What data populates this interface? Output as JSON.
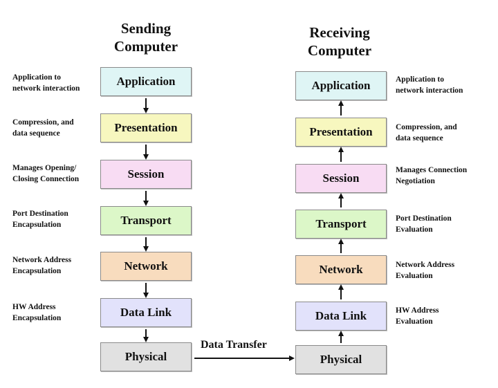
{
  "colors": {
    "application": "#dff5f5",
    "presentation": "#f7f7bf",
    "session": "#f8dcf3",
    "transport": "#dcf7c8",
    "network": "#f8dcbe",
    "data_link": "#e2e2fb",
    "physical": "#e1e1e1",
    "border": "#8a8a8a",
    "arrow": "#111111"
  },
  "sending": {
    "title_line1": "Sending",
    "title_line2": "Computer",
    "layers": [
      {
        "label": "Application",
        "desc": [
          "Application to",
          "network interaction"
        ],
        "color_key": "application"
      },
      {
        "label": "Presentation",
        "desc": [
          "Compression, and",
          "data sequence"
        ],
        "color_key": "presentation"
      },
      {
        "label": "Session",
        "desc": [
          "Manages Opening/",
          "Closing Connection"
        ],
        "color_key": "session"
      },
      {
        "label": "Transport",
        "desc": [
          "Port Destination",
          "Encapsulation"
        ],
        "color_key": "transport"
      },
      {
        "label": "Network",
        "desc": [
          "Network Address",
          "Encapsulation"
        ],
        "color_key": "network"
      },
      {
        "label": "Data Link",
        "desc": [
          "HW Address",
          "Encapsulation"
        ],
        "color_key": "data_link"
      },
      {
        "label": "Physical",
        "desc": [],
        "color_key": "physical"
      }
    ]
  },
  "receiving": {
    "title_line1": "Receiving",
    "title_line2": "Computer",
    "layers": [
      {
        "label": "Application",
        "desc": [
          "Application to",
          "network interaction"
        ],
        "color_key": "application"
      },
      {
        "label": "Presentation",
        "desc": [
          "Compression, and",
          "data sequence"
        ],
        "color_key": "presentation"
      },
      {
        "label": "Session",
        "desc": [
          "Manages Connection",
          "Negotiation"
        ],
        "color_key": "session"
      },
      {
        "label": "Transport",
        "desc": [
          "Port Destination",
          "Evaluation"
        ],
        "color_key": "transport"
      },
      {
        "label": "Network",
        "desc": [
          "Network Address",
          "Evaluation"
        ],
        "color_key": "network"
      },
      {
        "label": "Data Link",
        "desc": [
          "HW Address",
          "Evaluation"
        ],
        "color_key": "data_link"
      },
      {
        "label": "Physical",
        "desc": [],
        "color_key": "physical"
      }
    ]
  },
  "transfer": {
    "label": "Data Transfer"
  }
}
